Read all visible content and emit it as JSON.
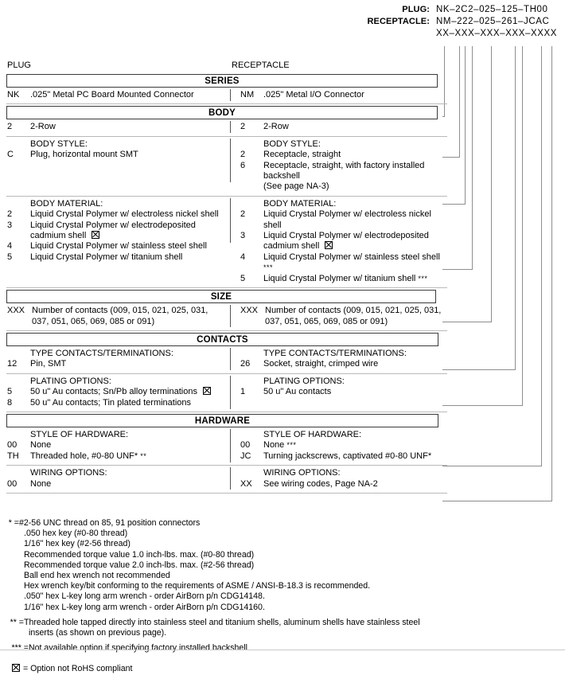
{
  "partnumber": {
    "plug_label": "PLUG:",
    "plug_value": "NK–2C2–025–125–TH00",
    "receptacle_label": "RECEPTACLE:",
    "receptacle_value": "NM–222–025–261–JCAC",
    "template_value": "XX–XXX–XXX–XXX–XXXX"
  },
  "columns": {
    "left": "PLUG",
    "right": "RECEPTACLE"
  },
  "sections": [
    {
      "title": "SERIES",
      "bands": [
        {
          "left": {
            "options": [
              {
                "code": "NK",
                "text": ".025\" Metal PC Board Mounted Connector"
              }
            ]
          },
          "right": {
            "options": [
              {
                "code": "NM",
                "text": ".025\" Metal I/O Connector"
              }
            ]
          }
        }
      ]
    },
    {
      "title": "BODY",
      "bands": [
        {
          "left": {
            "options": [
              {
                "code": "2",
                "text": "2-Row"
              }
            ]
          },
          "right": {
            "options": [
              {
                "code": "2",
                "text": "2-Row"
              }
            ]
          }
        },
        {
          "left": {
            "header": "BODY STYLE:",
            "options": [
              {
                "code": "C",
                "text": "Plug, horizontal mount SMT"
              }
            ]
          },
          "right": {
            "header": "BODY STYLE:",
            "options": [
              {
                "code": "2",
                "text": "Receptacle, straight"
              },
              {
                "code": "6",
                "text": "Receptacle, straight, with factory installed backshell",
                "cont": "(See page NA-3)"
              }
            ]
          }
        },
        {
          "left": {
            "header": "BODY MATERIAL:",
            "options": [
              {
                "code": "2",
                "text": "Liquid Crystal Polymer w/ electroless nickel shell"
              },
              {
                "code": "3",
                "text": "Liquid Crystal Polymer w/ electrodeposited",
                "cont": "cadmium shell",
                "cont_rohs": true
              },
              {
                "code": "4",
                "text": "Liquid Crystal Polymer w/ stainless steel shell"
              },
              {
                "code": "5",
                "text": "Liquid Crystal Polymer w/ titanium shell"
              }
            ]
          },
          "right": {
            "header": "BODY MATERIAL:",
            "options": [
              {
                "code": "2",
                "text": "Liquid Crystal Polymer w/ electroless nickel shell"
              },
              {
                "code": "3",
                "text": "Liquid Crystal Polymer w/ electrodeposited",
                "cont": "cadmium shell",
                "cont_rohs": true
              },
              {
                "code": "4",
                "text": "Liquid Crystal Polymer w/ stainless steel shell",
                "stars": "***"
              },
              {
                "code": "5",
                "text": "Liquid Crystal Polymer w/ titanium shell",
                "stars": "***"
              }
            ]
          }
        }
      ]
    },
    {
      "title": "SIZE",
      "bands": [
        {
          "left": {
            "options": [
              {
                "code": "XXX",
                "text": "Number of contacts (009, 015, 021, 025, 031,",
                "cont": "037, 051, 065, 069, 085 or 091)"
              }
            ]
          },
          "right": {
            "options": [
              {
                "code": "XXX",
                "text": "Number of contacts (009, 015, 021, 025, 031,",
                "cont": "037, 051, 065, 069, 085 or 091)"
              }
            ]
          }
        }
      ]
    },
    {
      "title": "CONTACTS",
      "bands": [
        {
          "left": {
            "header": "TYPE CONTACTS/TERMINATIONS:",
            "options": [
              {
                "code": "12",
                "text": "Pin, SMT"
              }
            ]
          },
          "right": {
            "header": "TYPE CONTACTS/TERMINATIONS:",
            "options": [
              {
                "code": "26",
                "text": "Socket, straight, crimped wire"
              }
            ]
          }
        },
        {
          "left": {
            "header": "PLATING OPTIONS:",
            "options": [
              {
                "code": "5",
                "text": "50 u\" Au contacts; Sn/Pb alloy terminations",
                "rohs": true
              },
              {
                "code": "8",
                "text": "50 u\" Au contacts; Tin plated terminations"
              }
            ]
          },
          "right": {
            "header": "PLATING OPTIONS:",
            "options": [
              {
                "code": "1",
                "text": "50 u\" Au contacts"
              }
            ]
          }
        }
      ]
    },
    {
      "title": "HARDWARE",
      "bands": [
        {
          "left": {
            "header": "STYLE OF HARDWARE:",
            "options": [
              {
                "code": "00",
                "text": "None"
              },
              {
                "code": "TH",
                "text": "Threaded hole, #0-80 UNF*",
                "stars": "**"
              }
            ]
          },
          "right": {
            "header": "STYLE OF HARDWARE:",
            "options": [
              {
                "code": "00",
                "text": "None",
                "stars": "***"
              },
              {
                "code": "JC",
                "text": "Turning jackscrews, captivated #0-80 UNF*"
              }
            ]
          }
        },
        {
          "left": {
            "header": "WIRING OPTIONS:",
            "options": [
              {
                "code": "00",
                "text": "None"
              }
            ]
          },
          "right": {
            "header": "WIRING OPTIONS:",
            "options": [
              {
                "code": "XX",
                "text": "See wiring codes, Page NA-2"
              }
            ]
          }
        }
      ]
    }
  ],
  "footnotes": {
    "star": {
      "marker": "* =",
      "first": "#2-56 UNC thread on 85, 91 position connectors",
      "lines": [
        ".050 hex key (#0-80 thread)",
        "1/16\" hex key (#2-56 thread)",
        "Recommended torque value 1.0 inch-lbs. max. (#0-80 thread)",
        "Recommended torque value 2.0 inch-lbs. max. (#2-56 thread)",
        "Ball end hex wrench not recommended",
        "Hex wrench key/bit conforming to the requirements of ASME / ANSI-B-18.3 is recommended.",
        ".050\" hex L-key long arm wrench - order AirBorn p/n CDG14148.",
        "1/16\" hex L-key long arm wrench - order AirBorn p/n CDG14160."
      ]
    },
    "dstar": {
      "marker": "** =",
      "first": "Threaded hole tapped directly into stainless steel and titanium shells, aluminum shells have stainless steel",
      "second": "inserts (as shown on previous page)."
    },
    "tstar": {
      "marker": "*** =",
      "first": "Not available option if specifying factory installed backshell"
    },
    "rohs_text": "= Option not RoHS compliant"
  }
}
